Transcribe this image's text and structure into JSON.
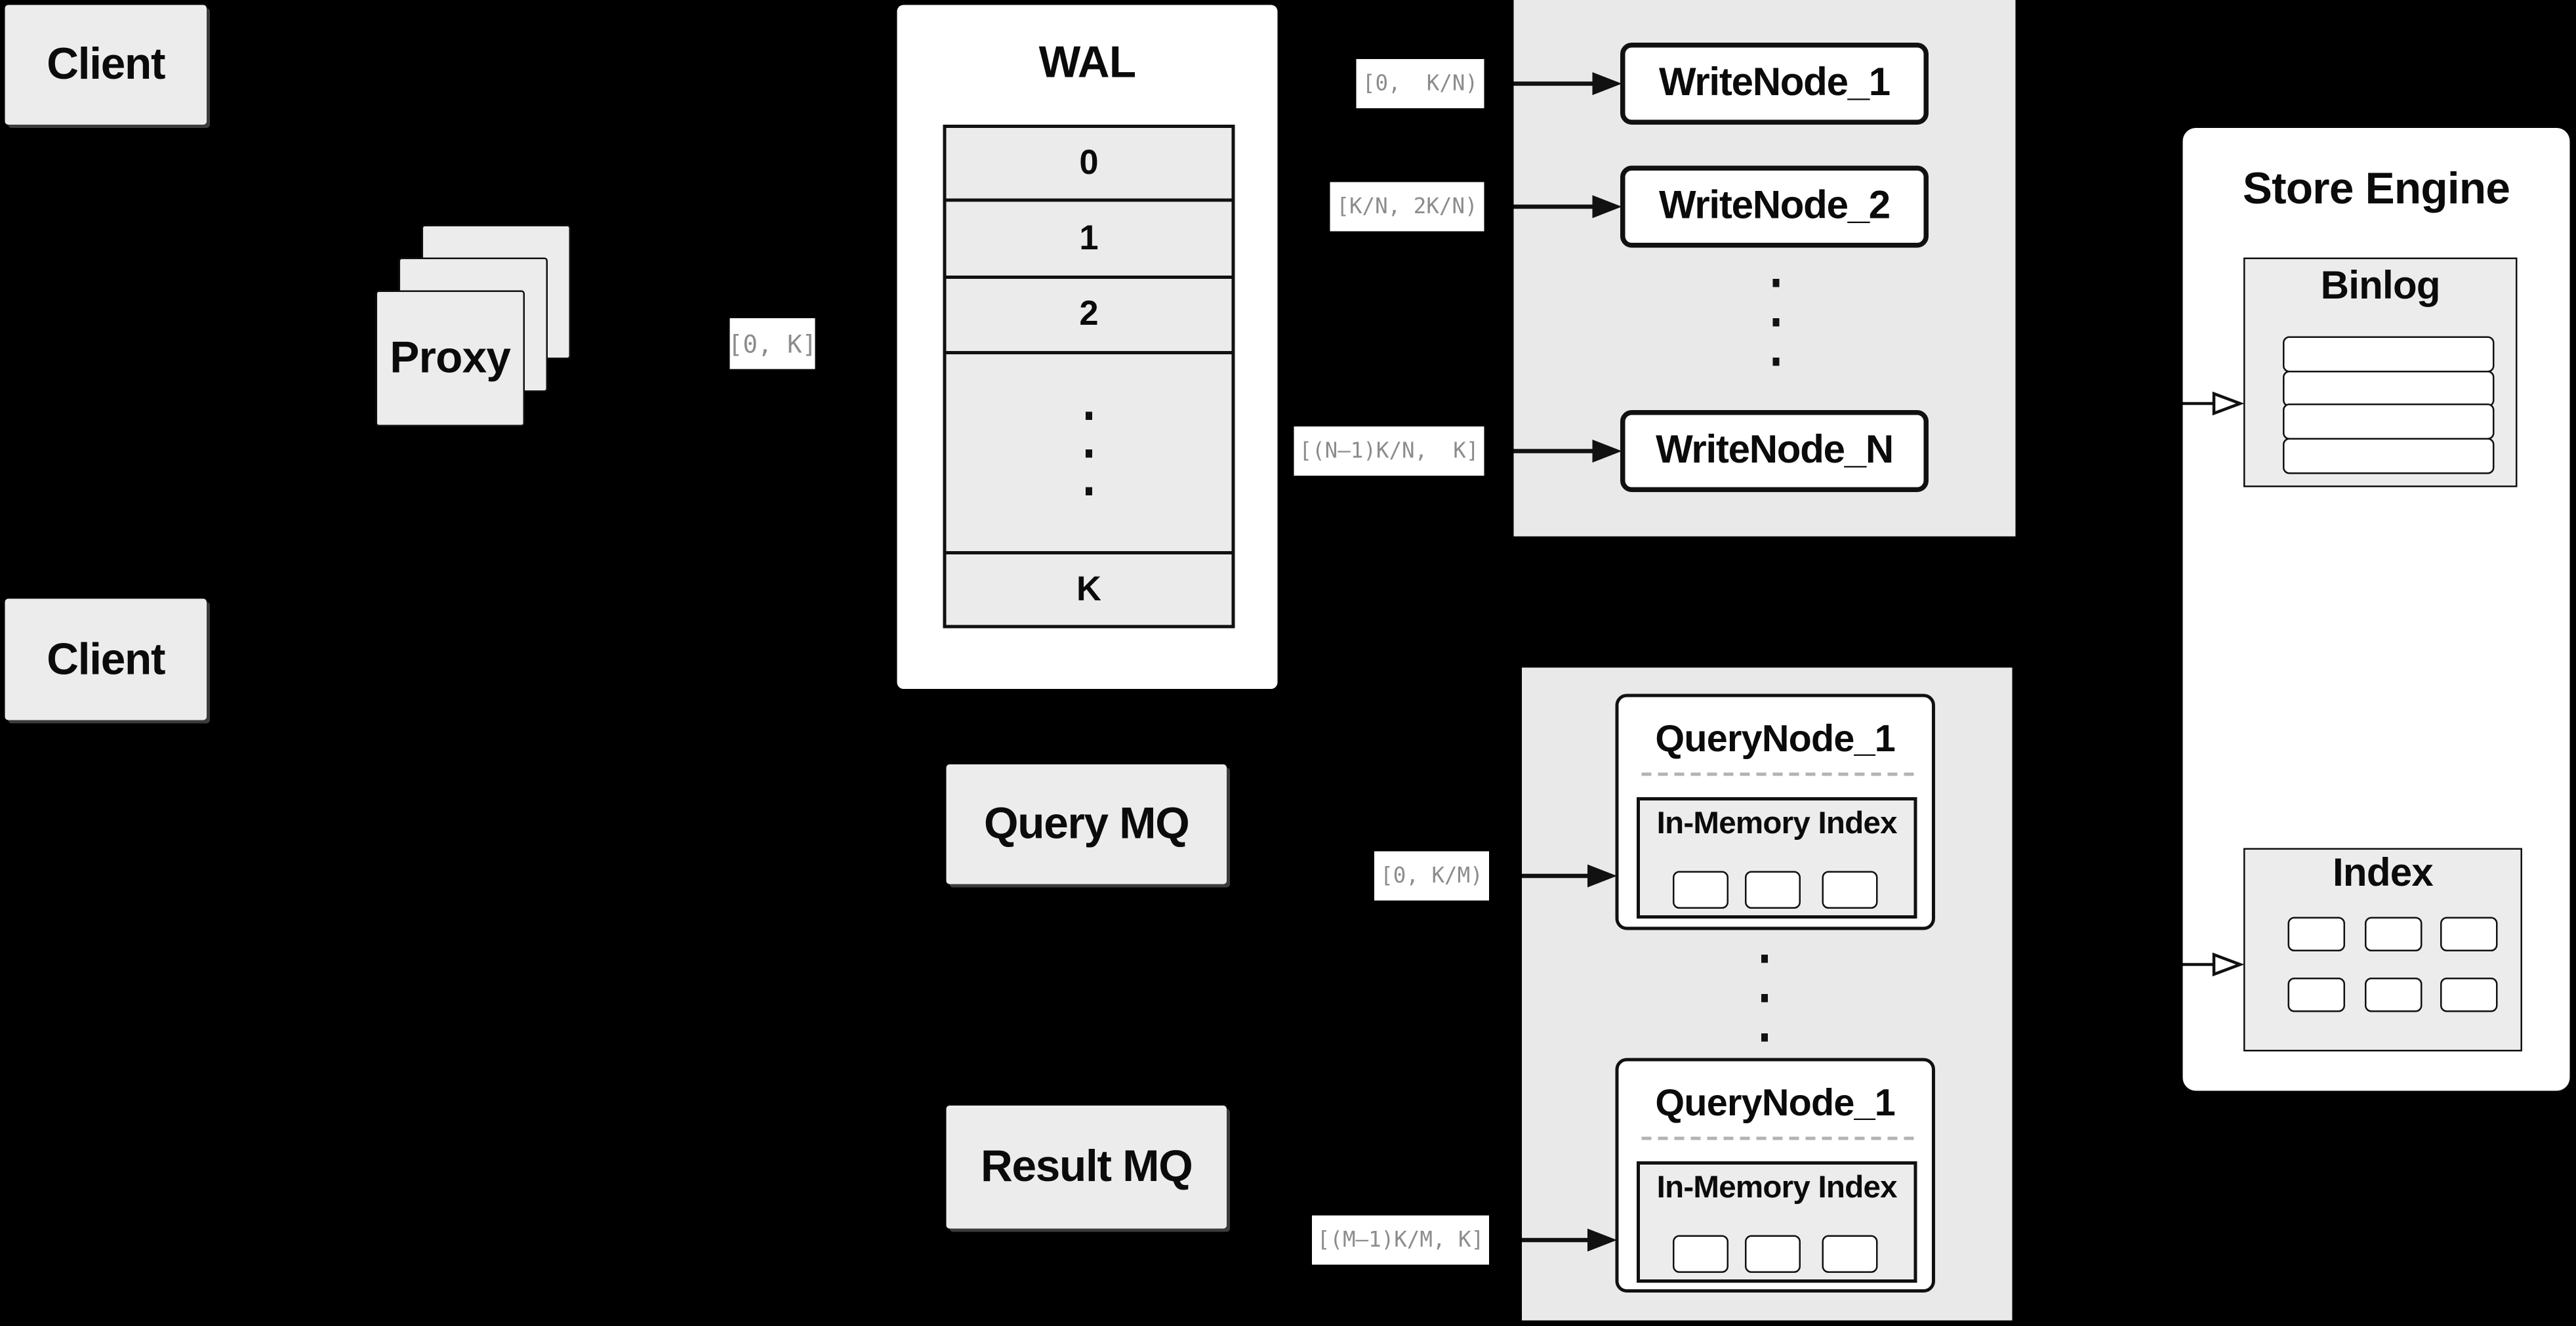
{
  "colors": {
    "background": "#000000",
    "panel_white": "#ffffff",
    "box_gray": "#ececec",
    "container_gray": "#e9e9e9",
    "border_black": "#111111",
    "range_label_text": "#8c8c8c",
    "dashed_separator": "#b3b3b3"
  },
  "clients": {
    "top_label": "Client",
    "bottom_label": "Client"
  },
  "proxy": {
    "label": "Proxy"
  },
  "flow_labels": {
    "proxy_out": "[0, K]",
    "write_node_1": "[0,  K/N)",
    "write_node_2": "[K/N, 2K/N)",
    "write_node_n": "[(N–1)K/N,  K]",
    "query_node_1": "[0, K/M)",
    "query_node_m": "[(M–1)K/M, K]"
  },
  "wal": {
    "title": "WAL",
    "rows": [
      "0",
      "1",
      "2"
    ],
    "last_row": "K"
  },
  "message_queues": {
    "query": "Query MQ",
    "result": "Result MQ"
  },
  "write_nodes": {
    "node_1": "WriteNode_1",
    "node_2": "WriteNode_2",
    "node_n": "WriteNode_N"
  },
  "query_nodes": {
    "node_1": {
      "title": "QueryNode_1",
      "inner_title": "In-Memory Index"
    },
    "node_2": {
      "title": "QueryNode_1",
      "inner_title": "In-Memory Index"
    }
  },
  "store_engine": {
    "title": "Store Engine",
    "binlog_title": "Binlog",
    "index_title": "Index"
  }
}
